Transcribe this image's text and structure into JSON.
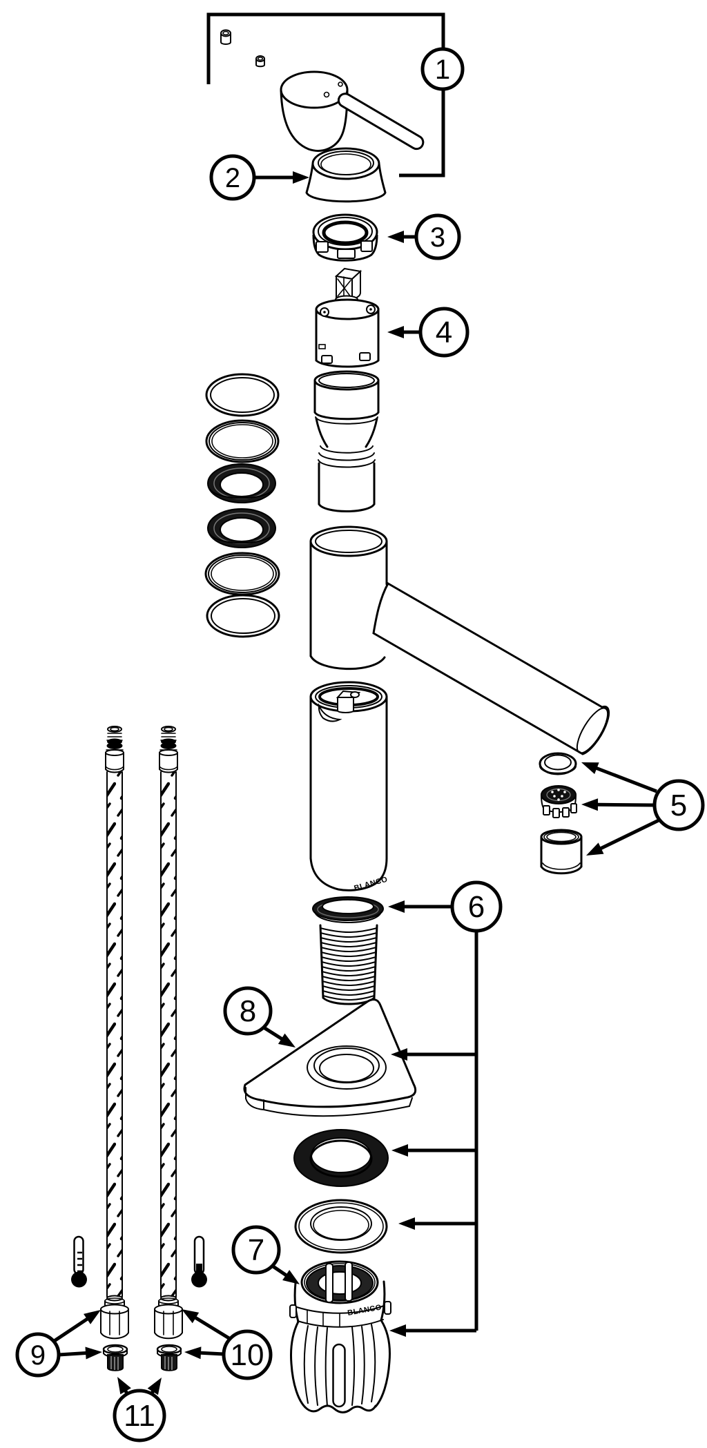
{
  "diagram": {
    "callouts": {
      "c1": "1",
      "c2": "2",
      "c3": "3",
      "c4": "4",
      "c5": "5",
      "c6": "6",
      "c7": "7",
      "c8": "8",
      "c9": "9",
      "c10": "10",
      "c11": "11"
    },
    "brand_labels": {
      "body": "BLANCO",
      "nut": "BLANCO"
    },
    "icons": {
      "left": "thermometer-hot-icon",
      "right": "thermometer-cold-icon"
    },
    "colors": {
      "line": "#000000",
      "background": "#ffffff",
      "seal_fill": "#1a1a1a"
    }
  }
}
